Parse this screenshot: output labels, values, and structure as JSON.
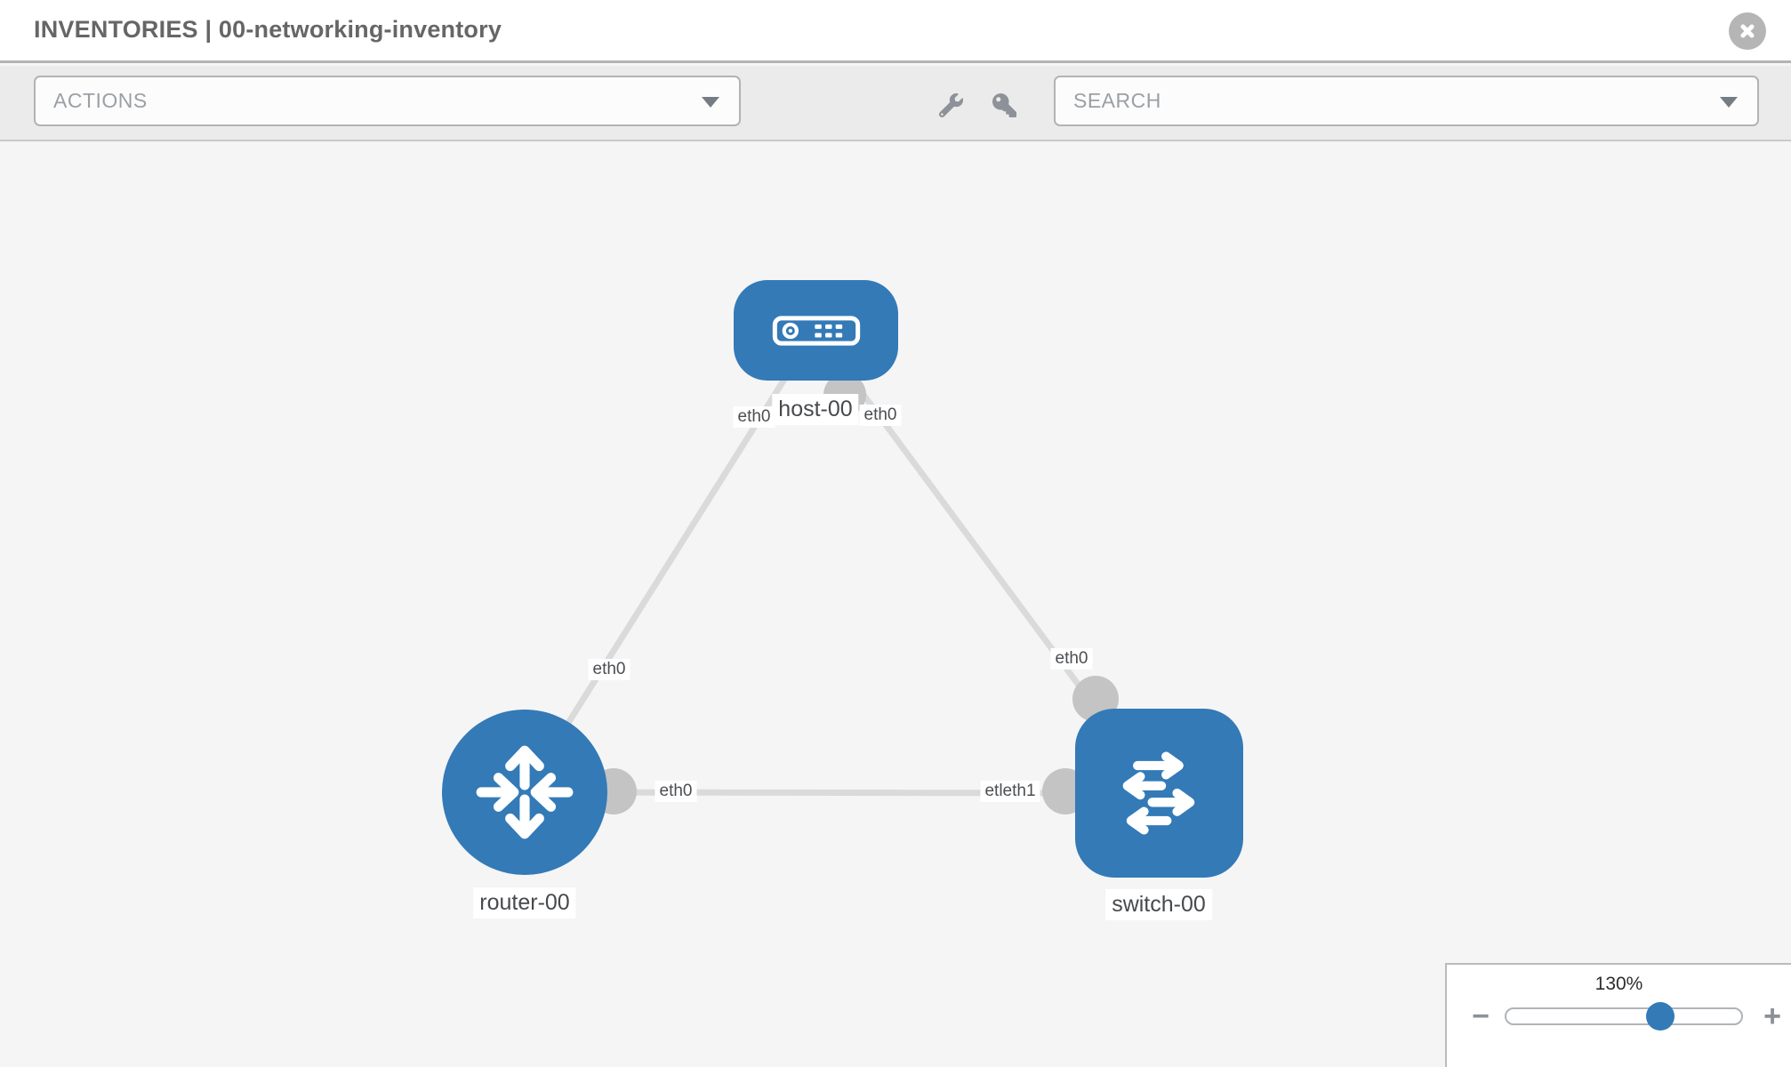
{
  "header": {
    "title": "INVENTORIES | 00-networking-inventory"
  },
  "toolbar": {
    "actions_label": "ACTIONS",
    "search_label": "SEARCH",
    "icons": [
      "wrench-icon",
      "key-icon"
    ]
  },
  "topology": {
    "nodes": [
      {
        "id": "host-00",
        "label": "host-00",
        "type": "host"
      },
      {
        "id": "router-00",
        "label": "router-00",
        "type": "router"
      },
      {
        "id": "switch-00",
        "label": "switch-00",
        "type": "switch"
      }
    ],
    "links": [
      {
        "from": "host-00",
        "to": "router-00",
        "from_label": "eth0",
        "to_label": "eth0"
      },
      {
        "from": "host-00",
        "to": "switch-00",
        "from_label": "eth0",
        "to_label": "eth0"
      },
      {
        "from": "router-00",
        "to": "switch-00",
        "from_label": "eth0",
        "to_label": "etleth1"
      }
    ]
  },
  "zoom_control": {
    "level": "130%",
    "minus_label": "−",
    "plus_label": "+"
  },
  "colors": {
    "node_blue": "#337ab7",
    "link_gray": "#dadada",
    "endpoint_gray": "#c4c4c4",
    "canvas_bg": "#f5f5f5"
  }
}
